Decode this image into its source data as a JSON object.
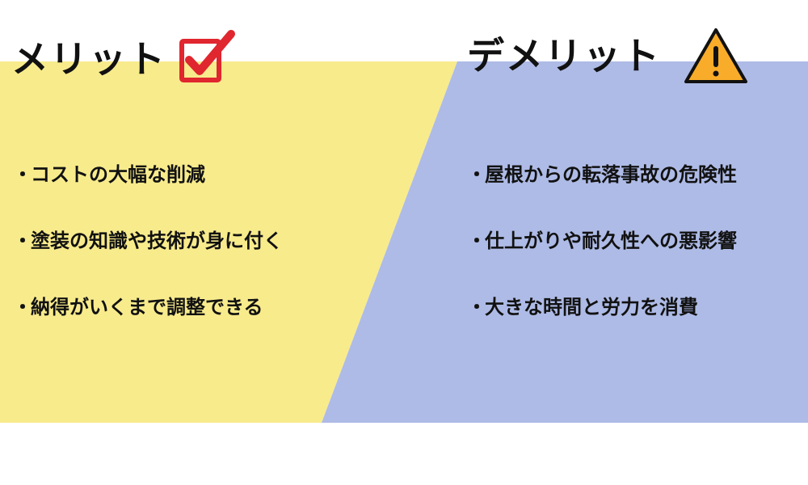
{
  "colors": {
    "merit_bg": "#f8eb8c",
    "demerit_bg": "#aebbe6",
    "check_red": "#e0262e",
    "warning_orange": "#f9ac2a"
  },
  "merit": {
    "title": "メリット",
    "icon": "checkbox-checked-icon",
    "bullet": "・",
    "items": [
      "コストの大幅な削減",
      "塗装の知識や技術が身に付く",
      "納得がいくまで調整できる"
    ]
  },
  "demerit": {
    "title": "デメリット",
    "icon": "warning-triangle-icon",
    "bullet": "・",
    "items": [
      "屋根からの転落事故の危険性",
      "仕上がりや耐久性への悪影響",
      "大きな時間と労力を消費"
    ]
  }
}
